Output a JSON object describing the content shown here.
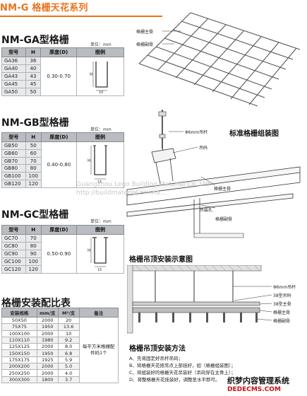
{
  "header": {
    "title": "NM-G 格栅天花系列"
  },
  "unit_label": "单位：mm",
  "ga": {
    "title": "NM-GA型格栅",
    "headers": [
      "型号",
      "H",
      "厚度(D)",
      "图例"
    ],
    "rows": [
      [
        "GA36",
        "36"
      ],
      [
        "GA40",
        "40"
      ],
      [
        "GA43",
        "43"
      ],
      [
        "GA45",
        "45"
      ],
      [
        "GA50",
        "50"
      ]
    ],
    "thickness": "0.30-0.70",
    "dim": "10"
  },
  "gb": {
    "title": "NM-GB型格栅",
    "headers": [
      "型号",
      "H",
      "厚度(D)",
      "图例"
    ],
    "rows": [
      [
        "GB50",
        "50"
      ],
      [
        "GB60",
        "60"
      ],
      [
        "GB70",
        "70"
      ],
      [
        "GB80",
        "80"
      ],
      [
        "GB100",
        "100"
      ],
      [
        "GB120",
        "120"
      ]
    ],
    "thickness": "0.40-0.80",
    "dim": "15"
  },
  "gc": {
    "title": "NM-GC型格栅",
    "headers": [
      "型号",
      "H",
      "厚度(D)",
      "图例"
    ],
    "rows": [
      [
        "GC70",
        "70"
      ],
      [
        "GC80",
        "80"
      ],
      [
        "GC90",
        "90"
      ],
      [
        "GC100",
        "100"
      ],
      [
        "GC120",
        "120"
      ]
    ],
    "thickness": "0.50-0.90",
    "dim": "15"
  },
  "install_table": {
    "title": "格栅安装配比表",
    "headers": [
      "安装规格",
      "mm/支",
      "M²/支",
      "备注"
    ],
    "rows": [
      [
        "50X50",
        "2000",
        "20"
      ],
      [
        "75X75",
        "1950",
        "13.6"
      ],
      [
        "100X100",
        "2000",
        "10"
      ],
      [
        "110X110",
        "1980",
        "9.2"
      ],
      [
        "125X125",
        "2000",
        "8.0"
      ],
      [
        "150X150",
        "1950",
        "6.8"
      ],
      [
        "175X175",
        "1925",
        "5.9"
      ],
      [
        "200X200",
        "2000",
        "5.0"
      ],
      [
        "250X250",
        "2000",
        "4.0"
      ],
      [
        "300X300",
        "1800",
        "3.7"
      ]
    ],
    "note": "每平方米格栅配件码1个"
  },
  "grid_labels": {
    "main": "格栅主骨",
    "sub": "格栅副骨",
    "caption": "标准格栅组装图"
  },
  "hanger_labels": {
    "rod": "Φ6mm吊杆",
    "clip": "吊码",
    "main_bone": "格栅主骨",
    "hole": "吊装孔",
    "sub_bone": "格栅副骨"
  },
  "section": {
    "caption": "格栅吊顶安装示意图",
    "labels": [
      "Φ6mm吊杆",
      "38型吊码",
      "38型主骨",
      "格栅主骨",
      "格栅副骨"
    ]
  },
  "method": {
    "title": "格栅吊顶安装方法",
    "steps": [
      "A、先将固定好吊杆吊码；",
      "B、将格栅天花按吊点上部挂好，如（格栅组装图）；",
      "C、将组装好的格栅天花吊装好（吊码穿在主骨上）；",
      "D、将整格栅天花挂装好，调整至水平即可。"
    ]
  },
  "watermark": "Guangzhou Lego Building Material Co.,Ltd",
  "watermark2": "http://buildmaterial.en.ma...",
  "stamp": {
    "line1": "织梦内容管理系统",
    "line2": "DEDECMS.COM"
  },
  "colors": {
    "accent": "#e8731c",
    "header_bg": "#b9bcc0"
  }
}
